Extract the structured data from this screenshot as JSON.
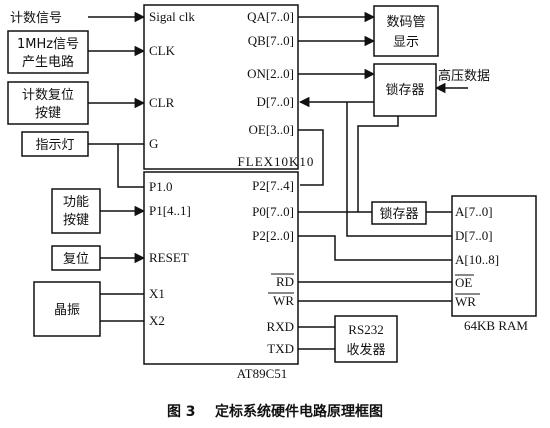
{
  "inputs": {
    "count_signal": "计数信号",
    "clk_gen_line1": "1MHz信号",
    "clk_gen_line2": "产生电路",
    "reset_key_line1": "计数复位",
    "reset_key_line2": "按键",
    "indicator": "指示灯",
    "func_key_line1": "功能",
    "func_key_line2": "按键",
    "reset": "复位",
    "crystal": "晶振"
  },
  "fpga": {
    "name": "FLEX10K10",
    "pins": {
      "sigal_clk": "Sigal clk",
      "clk": "CLK",
      "clr": "CLR",
      "g": "G",
      "qa": "QA[7..0]",
      "qb": "QB[7..0]",
      "on": "ON[2..0]",
      "d": "D[7..0]",
      "oe": "OE[3..0]"
    }
  },
  "mcu": {
    "name": "AT89C51",
    "pins": {
      "p10": "P1.0",
      "p1": "P1[4..1]",
      "reset": "RESET",
      "x1": "X1",
      "x2": "X2",
      "p2_74": "P2[7..4]",
      "p0": "P0[7..0]",
      "p2_20": "P2[2..0]",
      "rd": "RD",
      "wr": "WR",
      "rxd": "RXD",
      "txd": "TXD"
    }
  },
  "display": {
    "line1": "数码管",
    "line2": "显示"
  },
  "latch_top": "锁存器",
  "hv_data": "高压数据",
  "latch_mid": "锁存器",
  "ram": {
    "name": "64KB RAM",
    "pins": {
      "a": "A[7..0]",
      "d": "D[7..0]",
      "a_hi": "A[10..8]",
      "oe": "OE",
      "wr": "WR"
    }
  },
  "rs232": {
    "line1": "RS232",
    "line2": "收发器"
  },
  "caption": "图 3    定标系统硬件电路原理框图"
}
